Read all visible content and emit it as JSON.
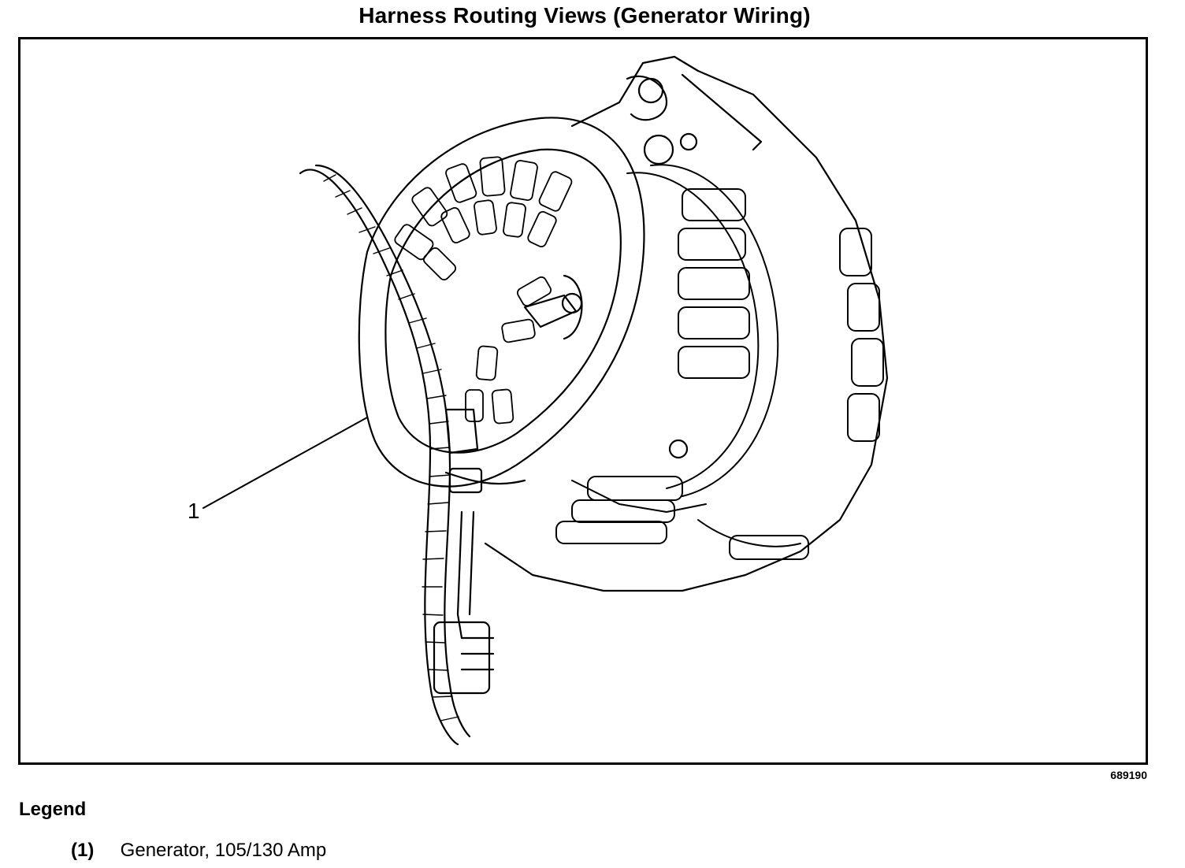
{
  "title": "Harness Routing Views (Generator Wiring)",
  "figure_id": "689190",
  "callouts": [
    {
      "label": "1"
    }
  ],
  "legend": {
    "heading": "Legend",
    "items": [
      {
        "number": "(1)",
        "text": "Generator, 105/130 Amp"
      }
    ]
  }
}
